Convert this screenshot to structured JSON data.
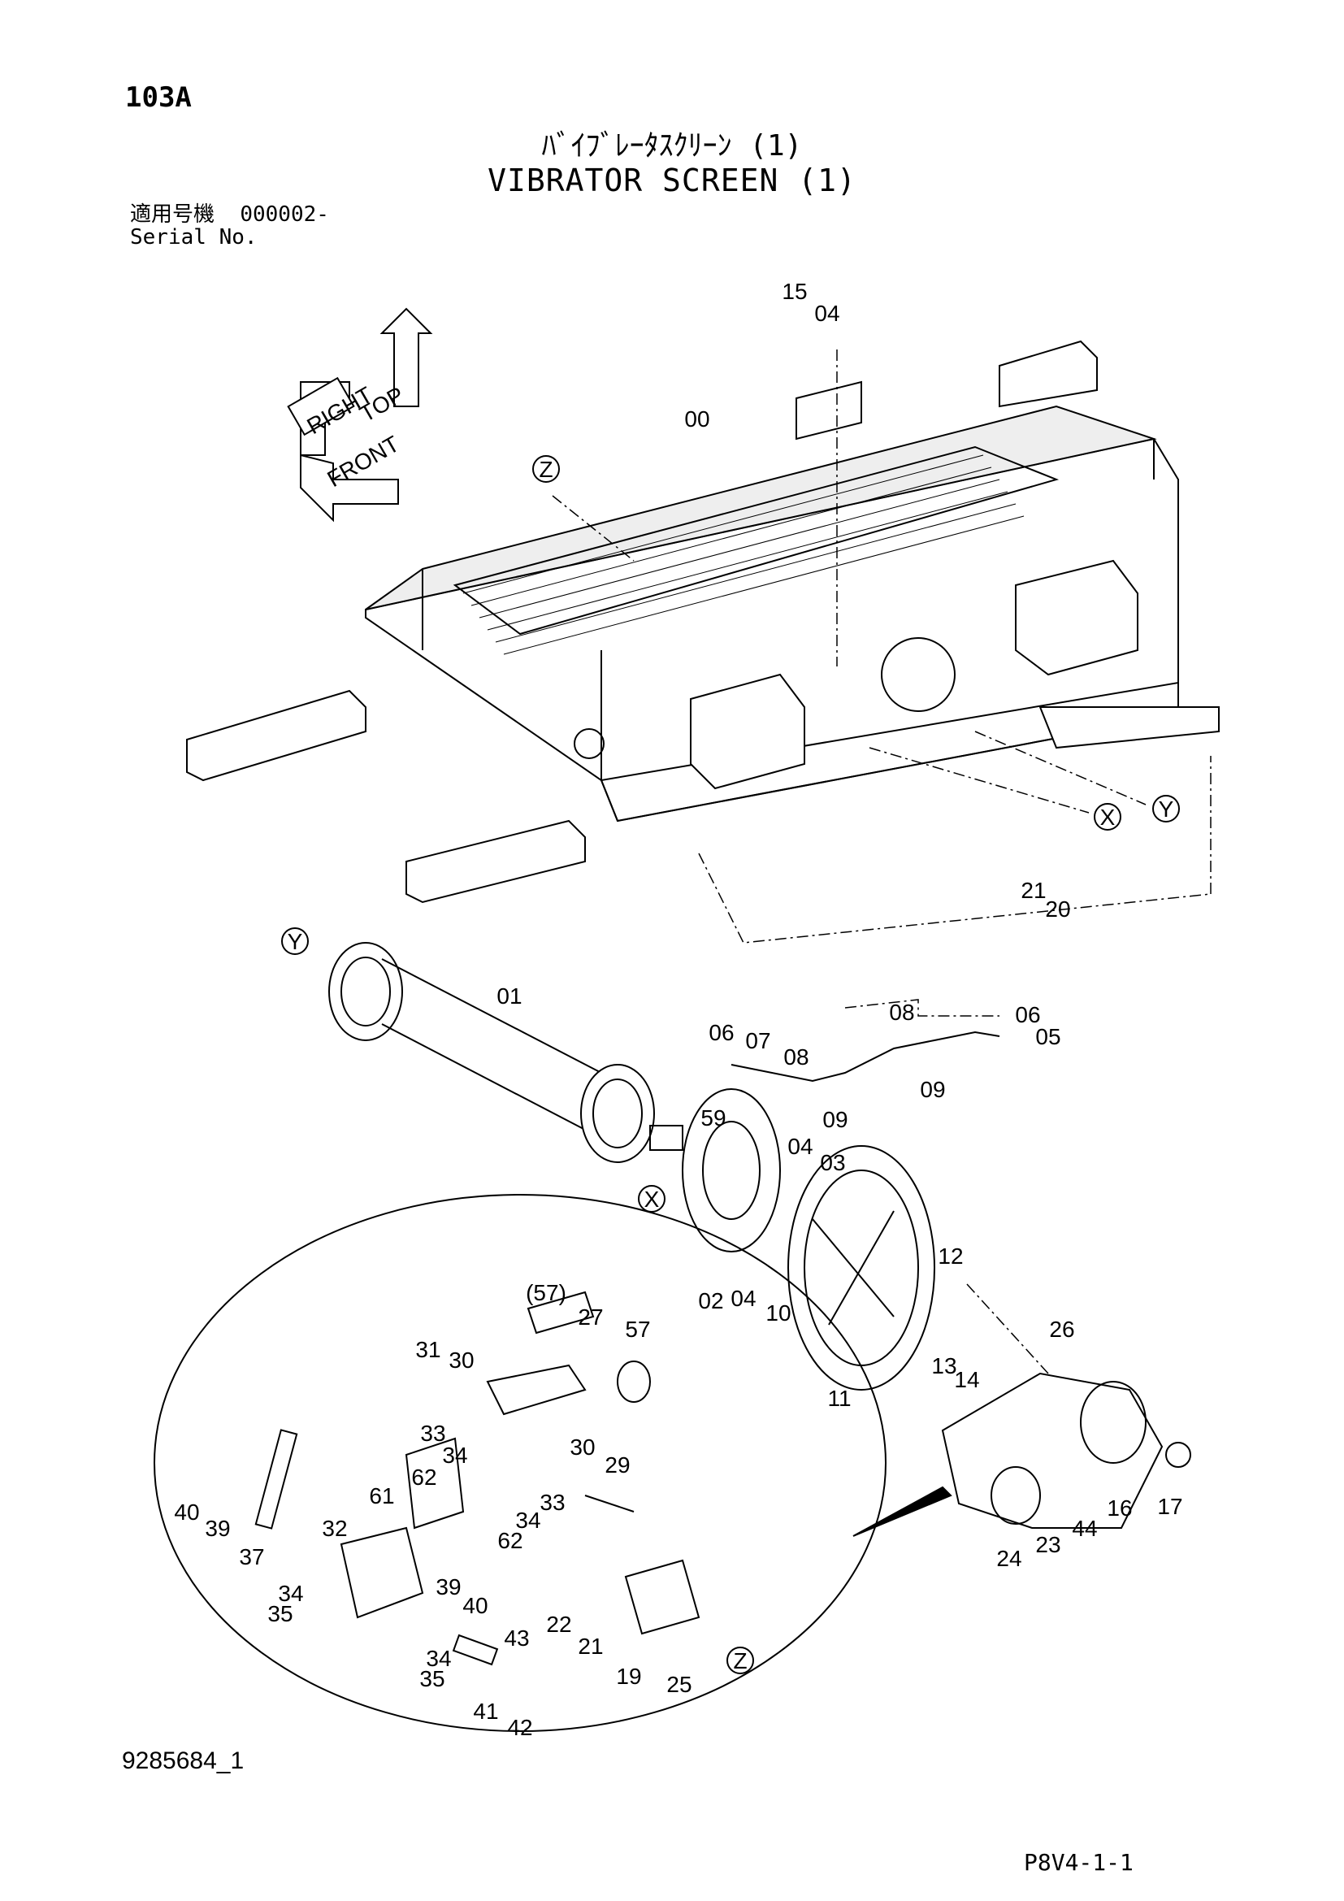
{
  "header": {
    "page_number": "103A",
    "title_jp": "ﾊﾞｲﾌﾞﾚｰﾀｽｸﾘｰﾝ (1)",
    "title_en": "VIBRATOR SCREEN (1)",
    "serial_jp": "適用号機",
    "serial_value": "000002-",
    "serial_en": "Serial No."
  },
  "orientation": {
    "top": "TOP",
    "right": "RIGHT",
    "front": "FRONT"
  },
  "callouts": {
    "x": "X",
    "y": "Y",
    "z": "Z"
  },
  "part_labels": [
    "15",
    "04",
    "00",
    "21",
    "20",
    "01",
    "06",
    "07",
    "08",
    "09",
    "08",
    "06",
    "05",
    "09",
    "59",
    "04",
    "03",
    "02",
    "04",
    "10",
    "12",
    "11",
    "13",
    "14",
    "(57)",
    "27",
    "57",
    "31",
    "30",
    "33",
    "34",
    "62",
    "30",
    "29",
    "61",
    "33",
    "34",
    "62",
    "40",
    "39",
    "37",
    "32",
    "39",
    "40",
    "34",
    "35",
    "43",
    "34",
    "35",
    "41",
    "42",
    "22",
    "21",
    "19",
    "25",
    "26",
    "16",
    "17",
    "44",
    "23",
    "24"
  ],
  "footer": {
    "drawing_number": "9285684_1",
    "sheet_code": "P8V4-1-1"
  }
}
